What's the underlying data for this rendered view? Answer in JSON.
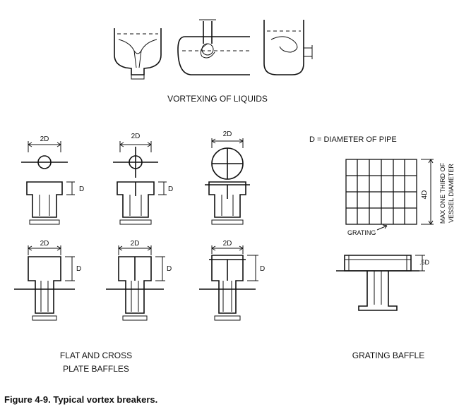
{
  "top_caption": "VORTEXING OF LIQUIDS",
  "legend_text": "D = DIAMETER OF PIPE",
  "dims": {
    "two_d": "2D",
    "d": "D",
    "four_d": "4D",
    "half_d": ".5D"
  },
  "labels": {
    "grating": "GRATING",
    "max_line1": "MAX ONE THIRD OF",
    "max_line2": "VESSEL DIAMETER"
  },
  "bottom_left_line1": "FLAT AND CROSS",
  "bottom_left_line2": "PLATE BAFFLES",
  "bottom_right": "GRATING BAFFLE",
  "figure_caption": "Figure 4-9. Typical vortex breakers.",
  "colors": {
    "ink": "#111111",
    "background": "#ffffff"
  }
}
